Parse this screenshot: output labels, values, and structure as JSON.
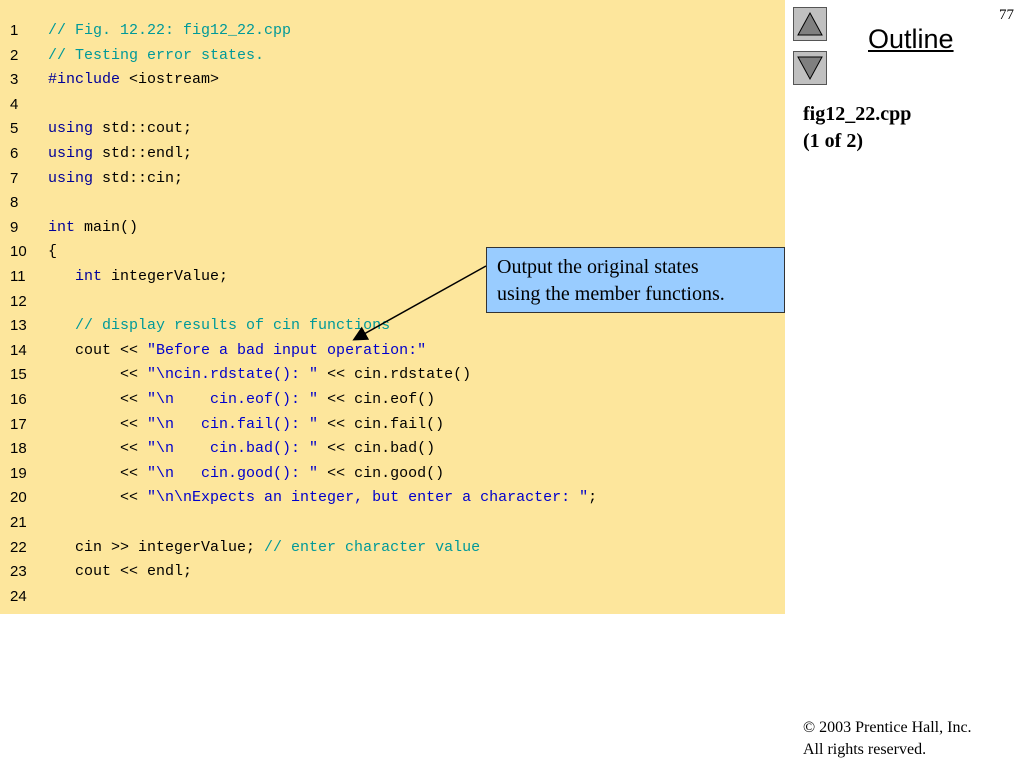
{
  "page_number": "77",
  "outline": {
    "title": "Outline"
  },
  "file_label": {
    "name": "fig12_22.cpp",
    "part": "(1 of 2)"
  },
  "callout": {
    "line1": "Output the original states",
    "line2": "using the member functions."
  },
  "copyright": {
    "line1": "© 2003 Prentice Hall, Inc.",
    "line2": "All rights reserved."
  },
  "code": {
    "lines": [
      {
        "num": "1",
        "segs": [
          [
            "c",
            "// Fig. 12.22: fig12_22.cpp"
          ]
        ]
      },
      {
        "num": "2",
        "segs": [
          [
            "c",
            "// Testing error states."
          ]
        ]
      },
      {
        "num": "3",
        "segs": [
          [
            "k",
            "#include"
          ],
          [
            "n",
            " <iostream>"
          ]
        ]
      },
      {
        "num": "4",
        "segs": []
      },
      {
        "num": "5",
        "segs": [
          [
            "k",
            "using"
          ],
          [
            "n",
            " std::cout;"
          ]
        ]
      },
      {
        "num": "6",
        "segs": [
          [
            "k",
            "using"
          ],
          [
            "n",
            " std::endl;"
          ]
        ]
      },
      {
        "num": "7",
        "segs": [
          [
            "k",
            "using"
          ],
          [
            "n",
            " std::cin;"
          ]
        ]
      },
      {
        "num": "8",
        "segs": []
      },
      {
        "num": "9",
        "segs": [
          [
            "k",
            "int"
          ],
          [
            "n",
            " main()"
          ]
        ]
      },
      {
        "num": "10",
        "segs": [
          [
            "n",
            "{"
          ]
        ]
      },
      {
        "num": "11",
        "segs": [
          [
            "n",
            "   "
          ],
          [
            "k",
            "int"
          ],
          [
            "n",
            " integerValue;"
          ]
        ]
      },
      {
        "num": "12",
        "segs": []
      },
      {
        "num": "13",
        "segs": [
          [
            "n",
            "   "
          ],
          [
            "c",
            "// display results of cin functions"
          ]
        ]
      },
      {
        "num": "14",
        "segs": [
          [
            "n",
            "   cout << "
          ],
          [
            "s",
            "\"Before a bad input operation:\""
          ]
        ]
      },
      {
        "num": "15",
        "segs": [
          [
            "n",
            "        << "
          ],
          [
            "s",
            "\"\\ncin.rdstate(): \""
          ],
          [
            "n",
            " << cin.rdstate()"
          ]
        ]
      },
      {
        "num": "16",
        "segs": [
          [
            "n",
            "        << "
          ],
          [
            "s",
            "\"\\n    cin.eof(): \""
          ],
          [
            "n",
            " << cin.eof()"
          ]
        ]
      },
      {
        "num": "17",
        "segs": [
          [
            "n",
            "        << "
          ],
          [
            "s",
            "\"\\n   cin.fail(): \""
          ],
          [
            "n",
            " << cin.fail()"
          ]
        ]
      },
      {
        "num": "18",
        "segs": [
          [
            "n",
            "        << "
          ],
          [
            "s",
            "\"\\n    cin.bad(): \""
          ],
          [
            "n",
            " << cin.bad()"
          ]
        ]
      },
      {
        "num": "19",
        "segs": [
          [
            "n",
            "        << "
          ],
          [
            "s",
            "\"\\n   cin.good(): \""
          ],
          [
            "n",
            " << cin.good()"
          ]
        ]
      },
      {
        "num": "20",
        "segs": [
          [
            "n",
            "        << "
          ],
          [
            "s",
            "\"\\n\\nExpects an integer, but enter a character: \""
          ],
          [
            "n",
            ";"
          ]
        ]
      },
      {
        "num": "21",
        "segs": []
      },
      {
        "num": "22",
        "segs": [
          [
            "n",
            "   cin >> integerValue; "
          ],
          [
            "c",
            "// enter character value"
          ]
        ]
      },
      {
        "num": "23",
        "segs": [
          [
            "n",
            "   cout << endl;"
          ]
        ]
      },
      {
        "num": "24",
        "segs": []
      }
    ]
  }
}
